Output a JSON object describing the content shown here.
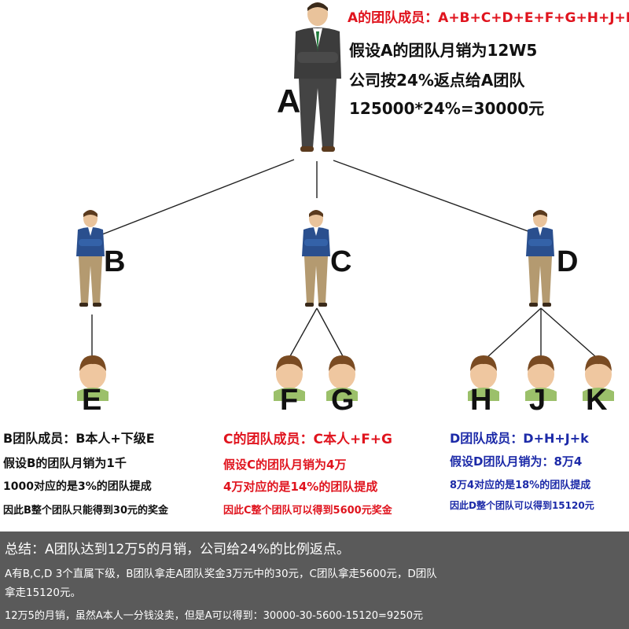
{
  "colors": {
    "red": "#e0141e",
    "blue": "#1c2aa8",
    "black": "#111111",
    "summary_bg": "#5a5a5a",
    "shirt": "#2a4f8e",
    "pants": "#b49a70",
    "suit": "#3c3c3c"
  },
  "top": {
    "members": "A的团队成员：A+B+C+D+E+F+G+H+J+K",
    "assume": "假设A的团队月销为12W5",
    "rebate": "公司按24%返点给A团队",
    "calc": "125000*24%=30000元"
  },
  "nodes": {
    "a": "A",
    "b": "B",
    "c": "C",
    "d": "D",
    "e": "E",
    "f": "F",
    "g": "G",
    "h": "H",
    "j": "J",
    "k": "K"
  },
  "panel_b": {
    "title": "B团队成员：B本人+下级E",
    "line1": "假设B的团队月销为1千",
    "line2": "1000对应的是3%的团队提成",
    "line3": "因此B整个团队只能得到30元的奖金"
  },
  "panel_c": {
    "title": "C的团队成员：C本人+F+G",
    "line1": "假设C的团队月销为4万",
    "line2": "4万对应的是14%的团队提成",
    "line3": "因此C整个团队可以得到5600元奖金"
  },
  "panel_d": {
    "title": "D团队成员：D+H+J+k",
    "line1": "假设D团队月销为：8万4",
    "line2": "8万4对应的是18%的团队提成",
    "line3": "因此D整个团队可以得到15120元"
  },
  "summary": {
    "line1": "总结：A团队达到12万5的月销，公司给24%的比例返点。",
    "line2": "A有B,C,D  3个直属下级，B团队拿走A团队奖金3万元中的30元，C团队拿走5600元，D团队",
    "line3": "拿走15120元。",
    "line4": "12万5的月销，虽然A本人一分钱没卖，但是A可以得到：30000-30-5600-15120=9250元"
  }
}
